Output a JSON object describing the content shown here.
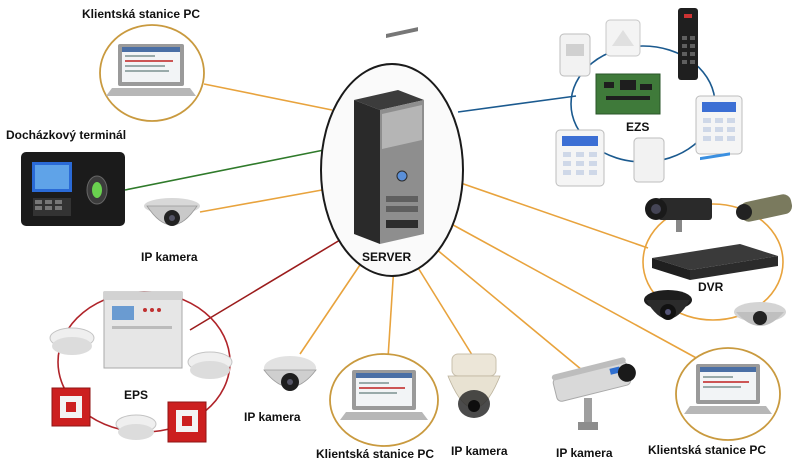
{
  "labels": {
    "server": "SERVER",
    "pc_top": "Klientská stanice PC",
    "attendance": "Docházkový terminál",
    "ipcam_left": "IP kamera",
    "ezs": "EZS",
    "dvr": "DVR",
    "eps": "EPS",
    "ipcam_bottom1": "IP kamera",
    "pc_bottom": "Klientská stanice PC",
    "ipcam_bottom2": "IP kamera",
    "ipcam_bottom3": "IP kamera",
    "pc_right": "Klientská stanice PC"
  },
  "colors": {
    "orange": "#e8a33d",
    "blue": "#1b5a8f",
    "green": "#2f7a2a",
    "red": "#9b1c1c",
    "server_ring": "#1a1a1a",
    "ellipse_ring": "#c99a3f",
    "ezs_ring": "#1b5a8f",
    "eps_ring": "#b0242a"
  }
}
